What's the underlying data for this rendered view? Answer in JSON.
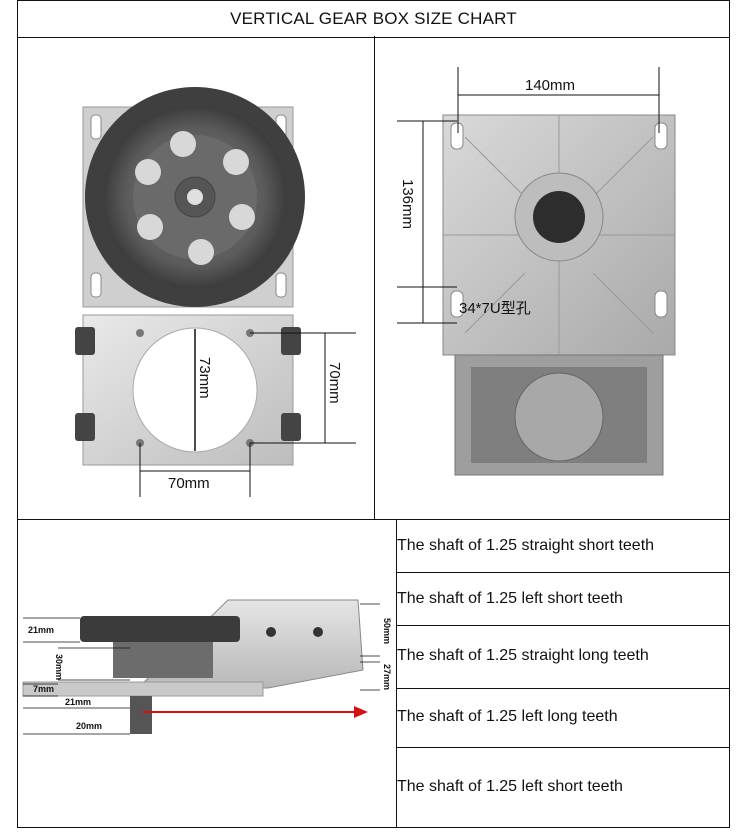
{
  "title": "VERTICAL GEAR BOX SIZE CHART",
  "front_view": {
    "dim_height": "73mm",
    "dim_side": "70mm",
    "dim_bottom": "70mm"
  },
  "back_view": {
    "dim_width": "140mm",
    "dim_height": "136mm",
    "shaft_spec": "34*7U型孔"
  },
  "side_view": {
    "dims": [
      "21mm",
      "30mm",
      "7mm",
      "21mm",
      "20mm",
      "50mm",
      "27mm"
    ]
  },
  "shaft_options": [
    "The shaft of 1.25 straight short teeth",
    "The shaft of 1.25 left short teeth",
    "The shaft of 1.25 straight long teeth",
    "The shaft of 1.25 left long teeth",
    "The shaft of 1.25 left short teeth"
  ]
}
